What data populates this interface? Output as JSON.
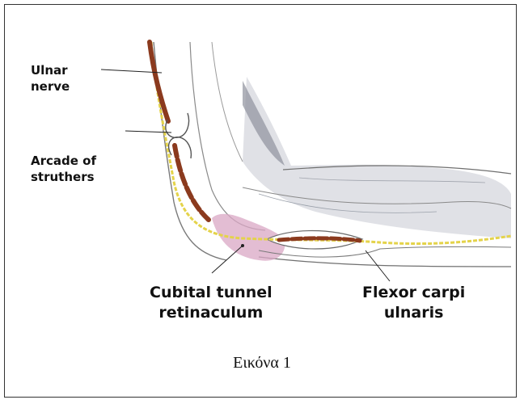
{
  "labels": {
    "ulnar_nerve": "Ulnar\nnerve",
    "arcade": "Arcade of\nstruthers",
    "cubital": "Cubital tunnel\nretinaculum",
    "flexor": "Flexor carpi\nulnaris"
  },
  "caption": "Εικόνα 1",
  "colors": {
    "nerve": "#e4d34a",
    "artery": "#8b3a1e",
    "retinaculum": "#d9a7c4",
    "outline": "#6b6b6b",
    "shade": "#b9bcc6"
  }
}
